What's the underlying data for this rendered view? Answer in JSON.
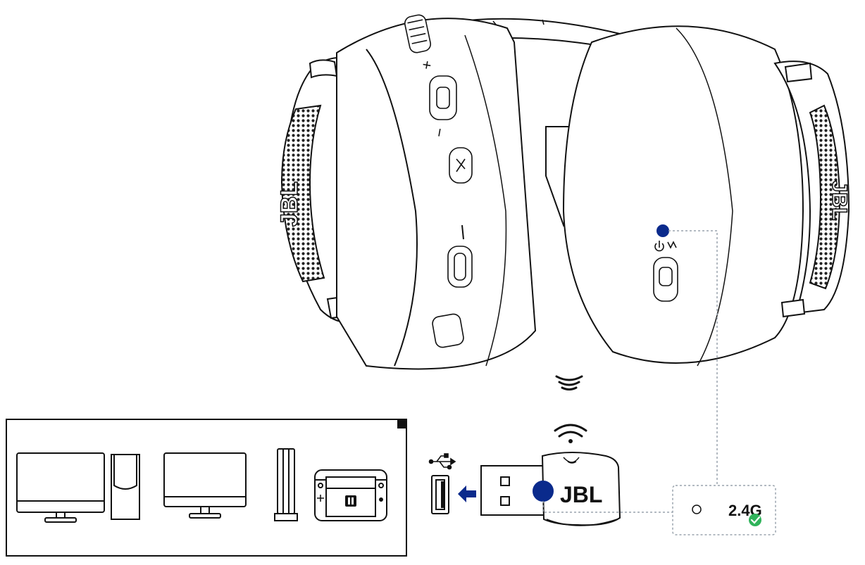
{
  "headset": {
    "left_cup_logo": "JBL",
    "right_cup_logo": "JBL",
    "side_labels": [
      "+",
      "−"
    ]
  },
  "dongle": {
    "brand": "JBL"
  },
  "status_display": {
    "label": "2.4G"
  },
  "icons": {
    "usb": "usb-icon",
    "arrow": "arrow-left-icon",
    "wireless": "wireless-signal-icon",
    "check": "check-circle-icon",
    "power_pair": "power-pair-icon"
  },
  "colors": {
    "line": "#111111",
    "accent": "#0a2a8c",
    "dotted_line": "#9aa4ad",
    "success": "#2fb35a"
  }
}
